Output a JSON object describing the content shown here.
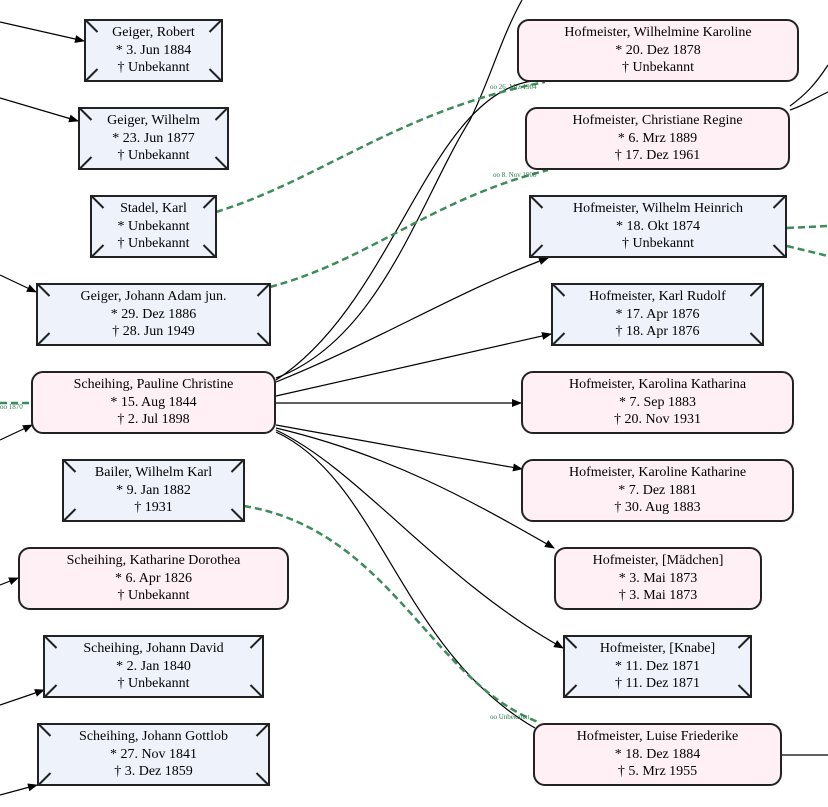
{
  "colors": {
    "female_fill": "#fff0f6",
    "male_fill": "#edf2fb",
    "marriage_edge": "#3d8c5a",
    "parent_edge": "#000000"
  },
  "people": [
    {
      "id": "geiger_robert",
      "sex": "m",
      "name": "Geiger, Robert",
      "birth": "* 3. Jun 1884",
      "death": "† Unbekannt"
    },
    {
      "id": "geiger_wilhelm",
      "sex": "m",
      "name": "Geiger, Wilhelm",
      "birth": "* 23. Jun 1877",
      "death": "† Unbekannt"
    },
    {
      "id": "stadel_karl",
      "sex": "m",
      "name": "Stadel, Karl",
      "birth": "* Unbekannt",
      "death": "† Unbekannt"
    },
    {
      "id": "geiger_johann",
      "sex": "m",
      "name": "Geiger, Johann Adam jun.",
      "birth": "* 29. Dez 1886",
      "death": "† 28. Jun 1949"
    },
    {
      "id": "scheihing_pauline",
      "sex": "f",
      "name": "Scheihing, Pauline Christine",
      "birth": "* 15. Aug 1844",
      "death": "† 2. Jul 1898"
    },
    {
      "id": "bailer_wilhelm",
      "sex": "m",
      "name": "Bailer, Wilhelm Karl",
      "birth": "* 9. Jan 1882",
      "death": "† 1931"
    },
    {
      "id": "scheihing_katharine",
      "sex": "f",
      "name": "Scheihing, Katharine Dorothea",
      "birth": "* 6. Apr 1826",
      "death": "† Unbekannt"
    },
    {
      "id": "scheihing_johann_david",
      "sex": "m",
      "name": "Scheihing, Johann David",
      "birth": "* 2. Jan 1840",
      "death": "† Unbekannt"
    },
    {
      "id": "scheihing_johann_gottlob",
      "sex": "m",
      "name": "Scheihing, Johann Gottlob",
      "birth": "* 27. Nov 1841",
      "death": "† 3. Dez 1859"
    },
    {
      "id": "hof_wilhelmine",
      "sex": "f",
      "name": "Hofmeister, Wilhelmine Karoline",
      "birth": "* 20. Dez 1878",
      "death": "† Unbekannt"
    },
    {
      "id": "hof_christiane",
      "sex": "f",
      "name": "Hofmeister, Christiane Regine",
      "birth": "* 6. Mrz 1889",
      "death": "† 17. Dez 1961"
    },
    {
      "id": "hof_wilhelm_heinrich",
      "sex": "m",
      "name": "Hofmeister, Wilhelm Heinrich",
      "birth": "* 18. Okt 1874",
      "death": "† Unbekannt"
    },
    {
      "id": "hof_karl_rudolf",
      "sex": "m",
      "name": "Hofmeister, Karl Rudolf",
      "birth": "* 17. Apr 1876",
      "death": "† 18. Apr 1876"
    },
    {
      "id": "hof_karolina",
      "sex": "f",
      "name": "Hofmeister, Karolina Katharina",
      "birth": "* 7. Sep 1883",
      "death": "† 20. Nov 1931"
    },
    {
      "id": "hof_karoline",
      "sex": "f",
      "name": "Hofmeister, Karoline Katharine",
      "birth": "* 7. Dez 1881",
      "death": "† 30. Aug 1883"
    },
    {
      "id": "hof_maedchen",
      "sex": "f",
      "name": "Hofmeister, [Mädchen]",
      "birth": "* 3. Mai 1873",
      "death": "† 3. Mai 1873"
    },
    {
      "id": "hof_knabe",
      "sex": "m",
      "name": "Hofmeister, [Knabe]",
      "birth": "* 11. Dez 1871",
      "death": "† 11. Dez 1871"
    },
    {
      "id": "hof_luise",
      "sex": "f",
      "name": "Hofmeister, Luise Friederike",
      "birth": "* 18. Dez 1884",
      "death": "† 5. Mrz 1955"
    }
  ],
  "marriage_labels": [
    "oo 26. Mrz 1904",
    "oo 8. Nov 1908",
    "oo Unbekannt",
    "oo 1870"
  ]
}
